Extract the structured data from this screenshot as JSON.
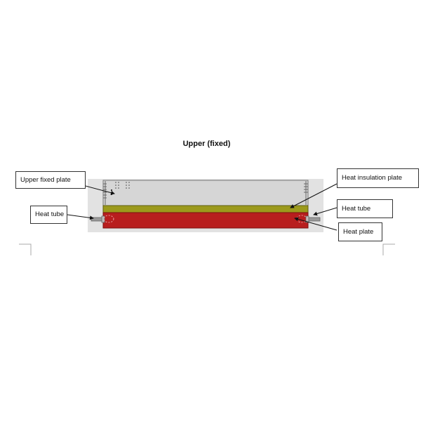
{
  "title": "Upper (fixed)",
  "labels": {
    "upper_fixed_plate": "Upper fixed plate",
    "heat_insulation_plate": "Heat insulation plate",
    "heat_tube_left": "Heat tube",
    "heat_tube_right": "Heat tube",
    "heat_plate": "Heat plate"
  },
  "colors": {
    "background_panel": "#e2e2e2",
    "upper_fixed_plate": "#d6d6d6",
    "heat_insulation_plate": "#9c9a1c",
    "heat_plate": "#b81e1e",
    "heat_tube": "#9a9a9a",
    "outline": "#555555"
  }
}
